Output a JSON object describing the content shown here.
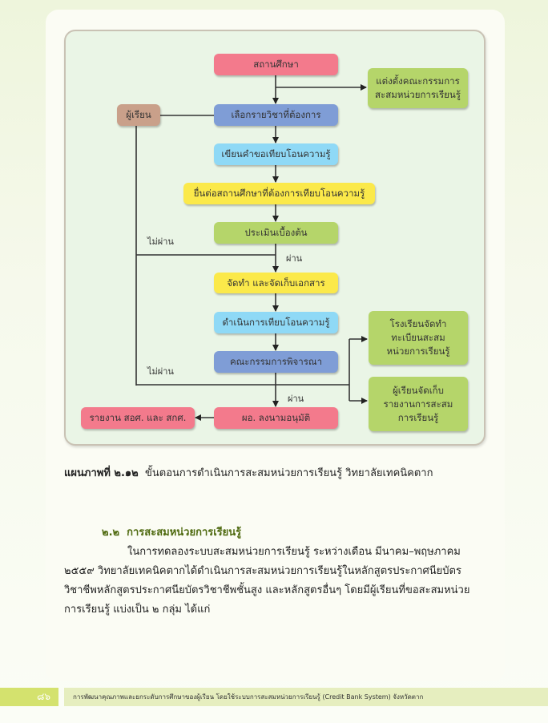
{
  "flowchart": {
    "school": "สถานศึกษา",
    "appoint_committee": [
      "แต่งตั้งคณะกรรมการ",
      "สะสมหน่วยการเรียนรู้"
    ],
    "learner": "ผู้เรียน",
    "choose_subject": "เลือกรายวิชาที่ต้องการ",
    "write_request": "เขียนคำขอเทียบโอนความรู้",
    "submit": "ยื่นต่อสถานศึกษาที่ต้องการเทียบโอนความรู้",
    "initial_assessment": "ประเมินเบื้องต้น",
    "fail_1": "ไม่ผ่าน",
    "pass_1": "ผ่าน",
    "prepare_docs": "จัดทำ และจัดเก็บเอกสาร",
    "transfer": "ดำเนินการเทียบโอนความรู้",
    "committee_review": "คณะกรรมการพิจารณา",
    "fail_2": "ไม่ผ่าน",
    "pass_2": "ผ่าน",
    "school_register": [
      "โรงเรียนจัดทำ",
      "ทะเบียนสะสม",
      "หน่วยการเรียนรู้"
    ],
    "learner_keep": [
      "ผู้เรียนจัดเก็บ",
      "รายงานการสะสม",
      "การเรียนรู้"
    ],
    "director_approve": "ผอ. ลงนามอนุมัติ",
    "report": "รายงาน สอศ. และ สกศ."
  },
  "caption": {
    "label": "แผนภาพที่ ๒.๑๒",
    "text": "ขั้นตอนการดำเนินการสะสมหน่วยการเรียนรู้ วิทยาลัยเทคนิคตาก"
  },
  "section": {
    "heading": "๒.๒  การสะสมหน่วยการเรียนรู้",
    "lines": [
      "ในการทดลองระบบสะสมหน่วยการเรียนรู้ ระหว่างเดือน มีนาคม–พฤษภาคม",
      "๒๕๕๙ วิทยาลัยเทคนิคตากได้ดำเนินการสะสมหน่วยการเรียนรู้ในหลักสูตรประกาศนียบัตร",
      "วิชาชีพหลักสูตรประกาศนียบัตรวิชาชีพชั้นสูง และหลักสูตรอื่นๆ โดยมีผู้เรียนที่ขอสะสมหน่วย",
      "การเรียนรู้ แบ่งเป็น ๒ กลุ่ม ได้แก่"
    ]
  },
  "footer": {
    "page_number": "๘๖",
    "title": "การพัฒนาคุณภาพและยกระดับการศึกษาของผู้เรียน โดยใช้ระบบการสะสมหน่วยการเรียนรู้ (Credit Bank System) จังหวัดตาก"
  },
  "colors": {
    "pink": "#f37a8c",
    "green": "#b5d56a",
    "tan": "#c9a08a",
    "blue": "#7f9dd6",
    "light_blue": "#8fd9f6",
    "yellow": "#fbe94a",
    "heading": "#4f6a10"
  }
}
